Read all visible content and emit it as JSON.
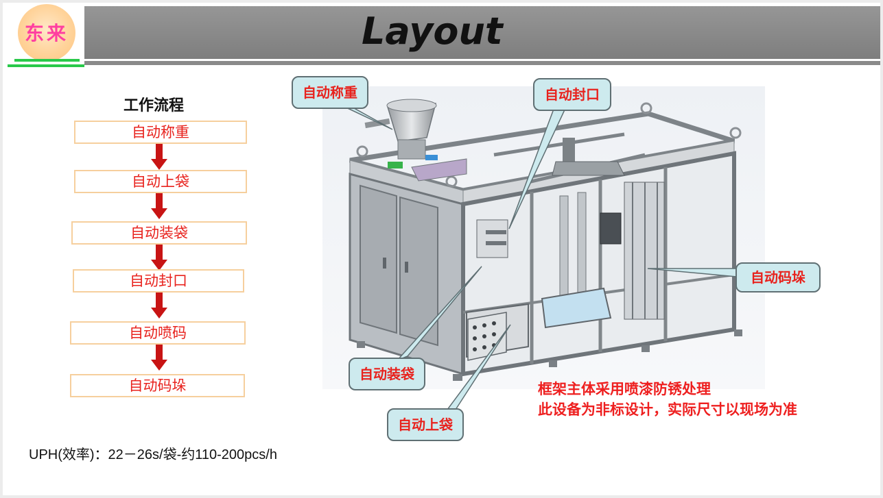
{
  "header": {
    "logo_text": "东来",
    "title": "Layout"
  },
  "flow": {
    "title": "工作流程",
    "steps": [
      "自动称重",
      "自动上袋",
      "自动装袋",
      "自动封口",
      "自动喷码",
      "自动码垛"
    ]
  },
  "callouts": {
    "weighing": "自动称重",
    "sealing": "自动封口",
    "palletizing": "自动码垛",
    "bagging": "自动装袋",
    "bag_loading": "自动上袋"
  },
  "notes": {
    "line1": "框架主体采用喷漆防锈处理",
    "line2": "此设备为非标设计，实际尺寸以现场为准"
  },
  "uph": "UPH(效率)：22－26s/袋-约110-200pcs/h",
  "colors": {
    "accent_red": "#e8221d",
    "callout_fill": "#cdeaee",
    "header_gray": "#8a8a8a",
    "logo_green": "#29c94a"
  }
}
